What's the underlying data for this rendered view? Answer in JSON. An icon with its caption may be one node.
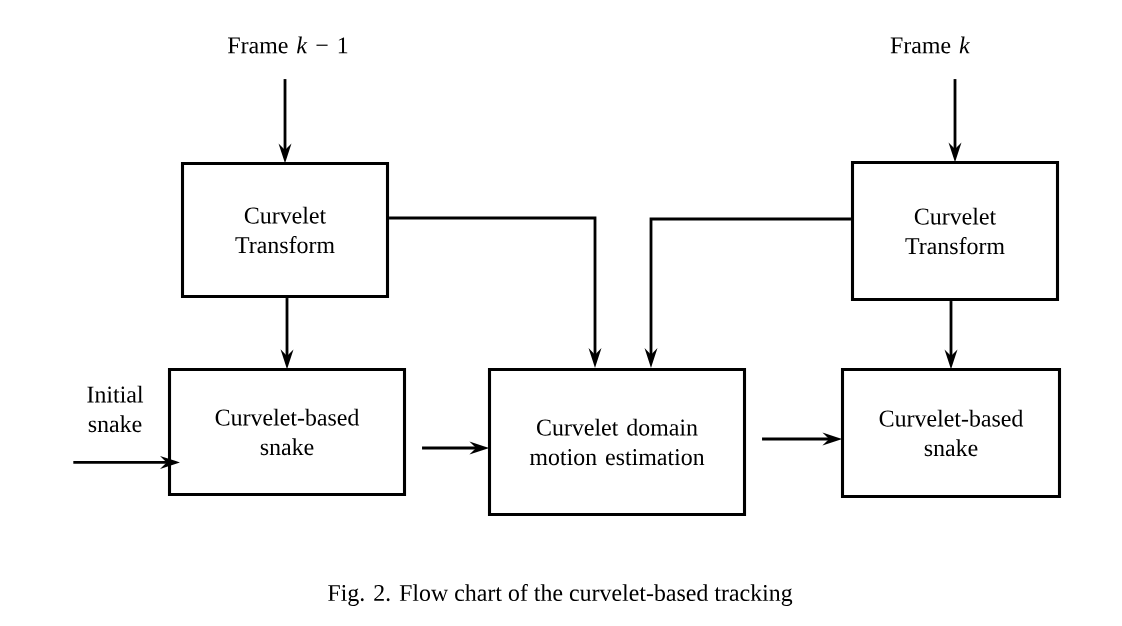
{
  "diagram": {
    "caption": "Fig. 2. Flow chart of the curvelet-based tracking",
    "nodes": [
      {
        "text": [
          "Frame *k* − 1"
        ]
      },
      {
        "text": [
          "Curvelet Transform"
        ]
      },
      {
        "text": [
          "Frame *k*"
        ]
      },
      {
        "text": [
          "Curvelet Transform"
        ]
      },
      {
        "text": [
          "Initial snake"
        ]
      },
      {
        "text": [
          "Curvelet-based snake"
        ]
      },
      {
        "text": [
          "Curvelet domain motion estimation"
        ]
      },
      {
        "text": [
          "Curvelet-based snake"
        ]
      }
    ],
    "edges": [
      {
        "from": 0,
        "to": 1,
        "arrow": "to"
      },
      {
        "from": 2,
        "to": 3,
        "arrow": "to"
      },
      {
        "from": 1,
        "to": 5,
        "arrow": "to"
      },
      {
        "from": 3,
        "to": 7,
        "arrow": "to"
      },
      {
        "from": 1,
        "to": 6,
        "arrow": "to"
      },
      {
        "from": 3,
        "to": 6,
        "arrow": "to"
      },
      {
        "from": 4,
        "to": 5,
        "arrow": "to"
      },
      {
        "from": 5,
        "to": 6,
        "arrow": "to"
      },
      {
        "from": 6,
        "to": 7,
        "arrow": "to"
      }
    ]
  }
}
